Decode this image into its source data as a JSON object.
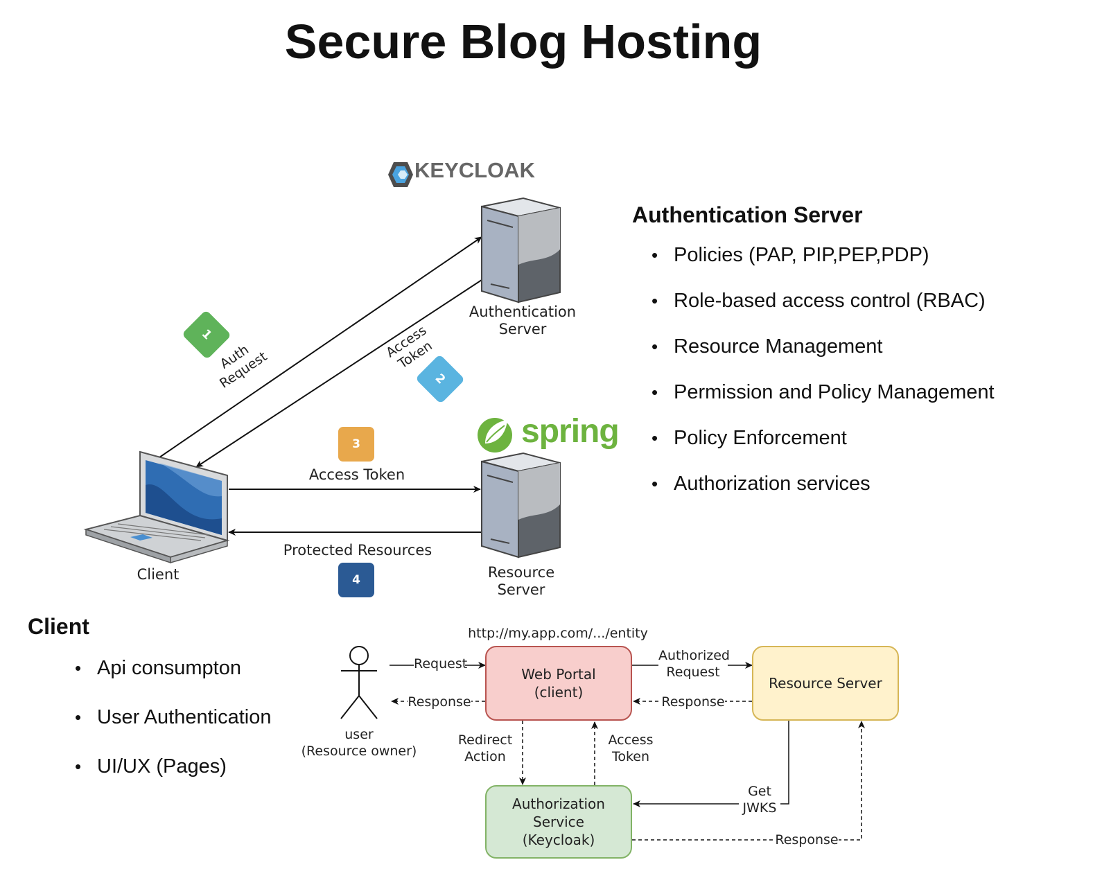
{
  "title": "Secure Blog Hosting",
  "logos": {
    "keycloak": "KEYCLOAK",
    "spring": "spring"
  },
  "colors": {
    "step1": "#5fb35a",
    "step2": "#5ab4e0",
    "step3": "#e8a84c",
    "step4": "#2b5a94",
    "portal_fill": "#f8cecc",
    "portal_stroke": "#b85450",
    "resource_fill": "#fff2cc",
    "resource_stroke": "#d6b656",
    "authz_fill": "#d5e8d4",
    "authz_stroke": "#82b366",
    "spring_green": "#6db33f",
    "keycloak_gray": "#666666"
  },
  "top_diagram": {
    "auth_server_label": [
      "Authentication",
      "Server"
    ],
    "resource_server_label": [
      "Resource",
      "Server"
    ],
    "client_label": "Client",
    "steps": [
      {
        "num": "1",
        "label": [
          "Auth",
          "Request"
        ]
      },
      {
        "num": "2",
        "label": [
          "Access",
          "Token"
        ]
      },
      {
        "num": "3",
        "label": [
          "Access Token"
        ]
      },
      {
        "num": "4",
        "label": [
          "Protected Resources"
        ]
      }
    ]
  },
  "auth_section": {
    "heading": "Authentication Server",
    "items": [
      "Policies (PAP, PIP,PEP,PDP)",
      "Role-based access control (RBAC)",
      "Resource Management",
      "Permission and Policy Management",
      "Policy Enforcement",
      "Authorization services"
    ]
  },
  "client_section": {
    "heading": "Client",
    "items": [
      "Api consumpton",
      "User Authentication",
      "UI/UX (Pages)"
    ]
  },
  "flow": {
    "url": "http://my.app.com/.../entity",
    "user_label": [
      "user",
      "(Resource owner)"
    ],
    "web_portal": [
      "Web Portal",
      "(client)"
    ],
    "resource_server": "Resource Server",
    "authz_service": [
      "Authorization Service",
      "(Keycloak)"
    ],
    "request": "Request",
    "response": "Response",
    "authorized_request": [
      "Authorized",
      "Request"
    ],
    "redirect_action": [
      "Redirect",
      "Action"
    ],
    "access_token": [
      "Access",
      "Token"
    ],
    "get_jwks": [
      "Get",
      "JWKS"
    ]
  }
}
